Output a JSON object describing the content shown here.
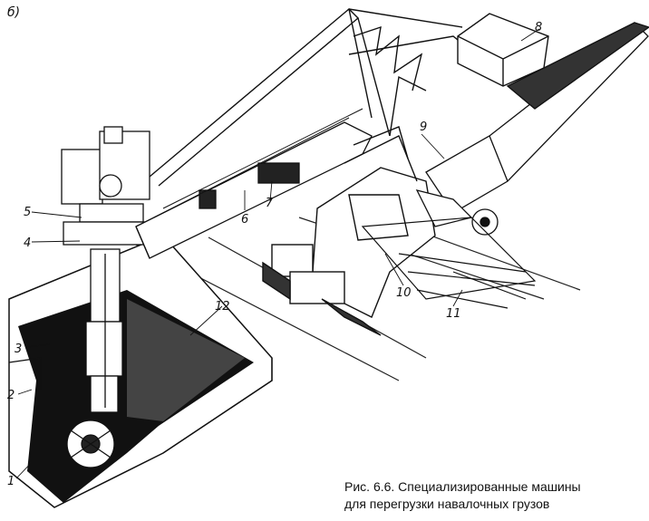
{
  "panel_label": "б)",
  "labels": {
    "l1": "1",
    "l2": "2",
    "l3": "3",
    "l4": "4",
    "l5": "5",
    "l6": "6",
    "l7": "7",
    "l8": "8",
    "l9": "9",
    "l10": "10",
    "l11": "11",
    "l12": "12"
  },
  "caption": {
    "line1": "Рис. 6.6. Специализированные машины",
    "line2": "для перегрузки навалочных грузов"
  }
}
